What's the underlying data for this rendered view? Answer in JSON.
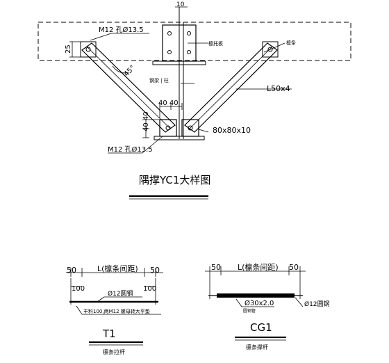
{
  "yc1": {
    "top_dim": "10",
    "bolt_upper": "M12  孔Ø13.5",
    "bolt_lower": "M12  孔Ø13.5",
    "dim_25": "25",
    "angle": "45°",
    "stiffener_label": "檩托板",
    "purlin_label": "檩条",
    "column_label": "钢梁 | 柱",
    "angle_steel": "L50x4",
    "dim_40_40_h": "40 40",
    "dim_40_40_v": "40 40",
    "plate": "80x80x10",
    "title": "隅撑YC1大样图"
  },
  "t1": {
    "dim_left": "50",
    "dim_right": "50",
    "length": "L(檩条间距)",
    "inner_left": "100",
    "inner_right": "100",
    "rod": "Ø12圆钢",
    "note": "丰料100,两M12 螺母转大平垫",
    "title": "T1",
    "subtitle": "檩条拉杆"
  },
  "cg1": {
    "dim_left": "50",
    "dim_right": "50",
    "length": "L(檩条间距)",
    "pipe": "Ø30x2.0",
    "pipe_note": "圆钢管",
    "rod": "Ø12圆钢",
    "title": "CG1",
    "subtitle": "檩条撑杆"
  }
}
